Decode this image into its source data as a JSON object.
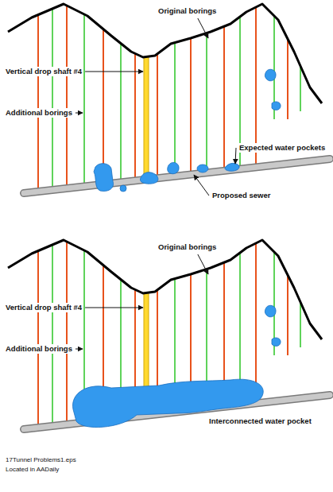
{
  "diagram": {
    "labels": [
      "Original borings",
      "Vertical drop shaft #4",
      "Additional borings",
      "Expected water pockets",
      "Proposed sewer",
      "Original borings",
      "Vertical drop shaft #4",
      "Additional borings",
      "Interconnected water pocket",
      "17Tunnel Problems1.eps",
      "Located in AADaily"
    ]
  }
}
